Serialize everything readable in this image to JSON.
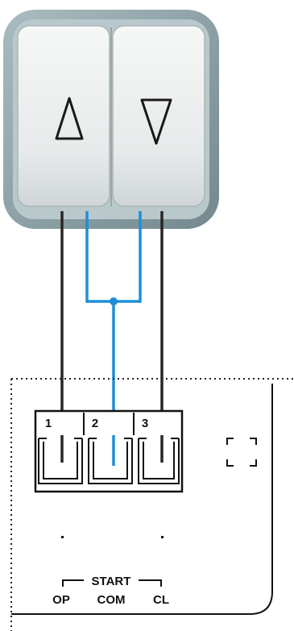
{
  "terminals": [
    {
      "number": "1"
    },
    {
      "number": "2"
    },
    {
      "number": "3"
    }
  ],
  "bottom_labels": {
    "group": "START",
    "op": "OP",
    "com": "COM",
    "cl": "CL"
  },
  "switch": {
    "up_button_icon": "triangle-up-outline-icon",
    "down_button_icon": "triangle-down-outline-icon"
  },
  "colors": {
    "wire_dark": "#2b2624",
    "wire_blue": "#1e8fd6",
    "switch_frame": "#8fa3a8",
    "switch_button": "#e9ecec",
    "terminal_line": "#111111"
  }
}
